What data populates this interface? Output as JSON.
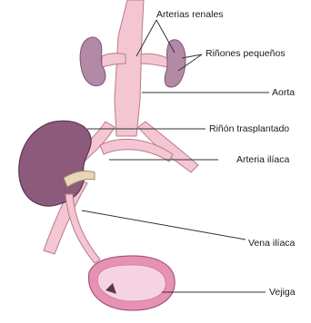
{
  "labels": {
    "renal_arteries": "Arterias renales",
    "small_kidneys": "Riñones pequeños",
    "aorta": "Aorta",
    "transplanted_kidney": "Riñón trasplantado",
    "iliac_artery": "Arteria ilíaca",
    "iliac_vein": "Vena ilíaca",
    "bladder": "Vejiga"
  },
  "colors": {
    "vessel_pink": "#f3c6d2",
    "vessel_outline": "#b77a8e",
    "native_kidney": "#b38aa6",
    "transplant_kidney": "#8c5a7a",
    "bladder_wall": "#e792b5",
    "bladder_inner": "#f6d3e1",
    "leader_line": "#333333"
  }
}
